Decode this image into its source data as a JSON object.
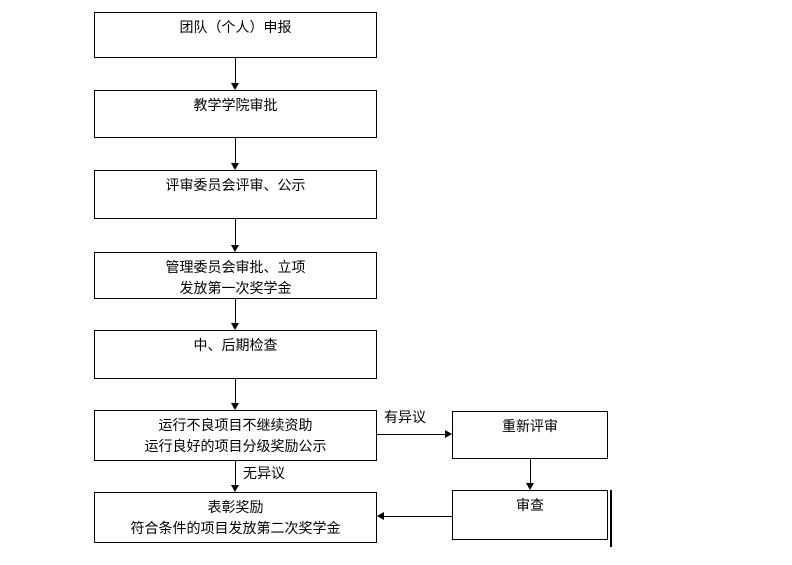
{
  "diagram": {
    "type": "flowchart",
    "colors": {
      "border": "#000000",
      "background": "#ffffff",
      "text": "#000000"
    },
    "nodes": {
      "declare": {
        "line1": "团队（个人）申报"
      },
      "college": {
        "line1": "教学学院审批"
      },
      "committee": {
        "line1": "评审委员会评审、公示"
      },
      "management": {
        "line1": "管理委员会审批、立项",
        "line2": "发放第一次奖学金"
      },
      "inspection": {
        "line1": "中、后期检查"
      },
      "operation": {
        "line1": "运行不良项目不继续资助",
        "line2": "运行良好的项目分级奖励公示"
      },
      "award": {
        "line1": "表彰奖励",
        "line2": "符合条件的项目发放第二次奖学金"
      },
      "rereview": {
        "line1": "重新评审"
      },
      "examine": {
        "line1": "审查"
      }
    },
    "edge_labels": {
      "objection": "有异议",
      "no_objection": "无异议"
    }
  }
}
